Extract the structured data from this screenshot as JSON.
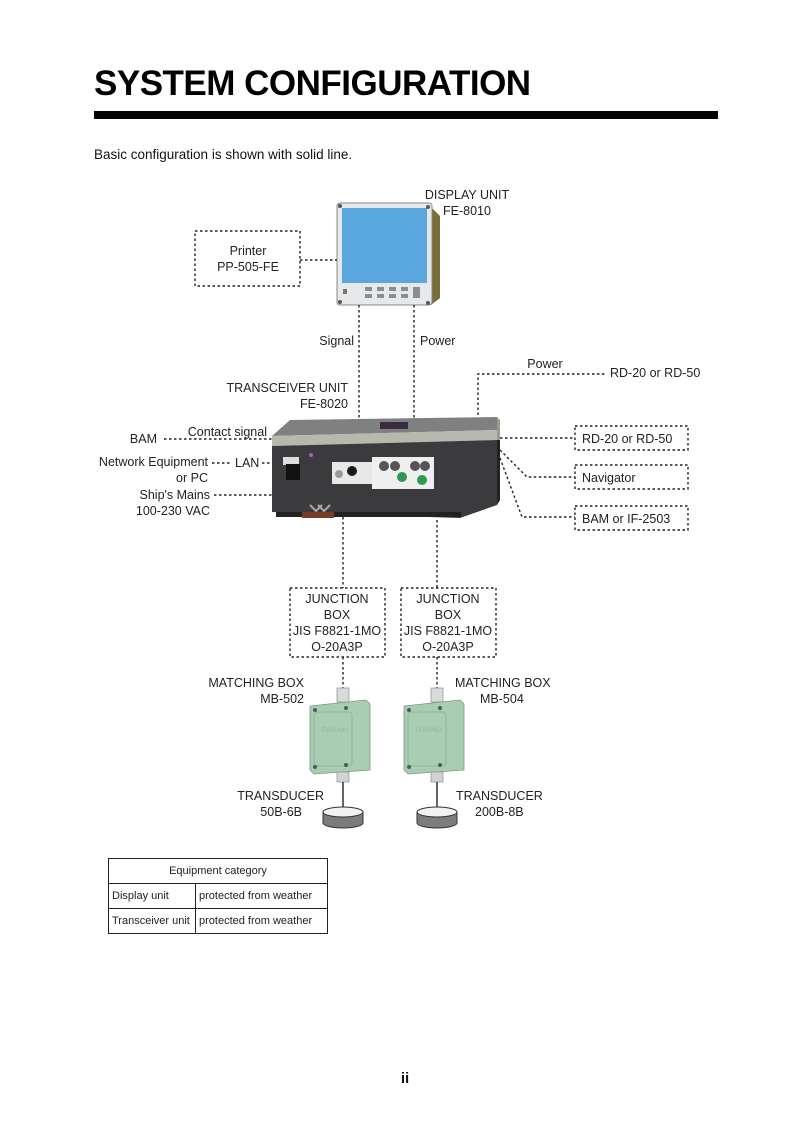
{
  "page": {
    "title": "SYSTEM CONFIGURATION",
    "intro": "Basic configuration is shown with solid line.",
    "page_number": "ii"
  },
  "diagram": {
    "display_unit": {
      "name": "DISPLAY UNIT",
      "model": "FE-8010",
      "screen_color": "#5aa7e0"
    },
    "printer": {
      "name": "Printer",
      "model": "PP-505-FE"
    },
    "links": {
      "signal": "Signal",
      "power": "Power",
      "power_top": "Power",
      "contact_signal": "Contact signal",
      "lan": "LAN"
    },
    "transceiver_unit": {
      "name": "TRANSCEIVER UNIT",
      "model": "FE-8020"
    },
    "left_connections": {
      "bam": "BAM",
      "network_line1": "Network Equipment",
      "network_line2": "or PC",
      "mains_line1": "Ship's Mains",
      "mains_line2": "100-230 VAC"
    },
    "right_connections": {
      "power_source": "RD-20 or RD-50",
      "box1": "RD-20 or RD-50",
      "box2": "Navigator",
      "box3": "BAM or IF-2503"
    },
    "junction_boxes": [
      {
        "line1": "JUNCTION",
        "line2": "BOX",
        "line3": "JIS F8821-1MO",
        "line4": "O-20A3P"
      },
      {
        "line1": "JUNCTION",
        "line2": "BOX",
        "line3": "JIS F8821-1MO",
        "line4": "O-20A3P"
      }
    ],
    "matching_boxes": [
      {
        "name": "MATCHING BOX",
        "model": "MB-502",
        "brand": "FURUNO",
        "color": "#a9cdb2"
      },
      {
        "name": "MATCHING BOX",
        "model": "MB-504",
        "brand": "FURUNO",
        "color": "#a9cdb2"
      }
    ],
    "transducers": [
      {
        "name": "TRANSDUCER",
        "model": "50B-6B"
      },
      {
        "name": "TRANSDUCER",
        "model": "200B-8B"
      }
    ]
  },
  "equipment_table": {
    "header": "Equipment category",
    "rows": [
      {
        "unit": "Display unit",
        "category": "protected from weather"
      },
      {
        "unit": "Transceiver unit",
        "category": "protected from weather"
      }
    ]
  }
}
